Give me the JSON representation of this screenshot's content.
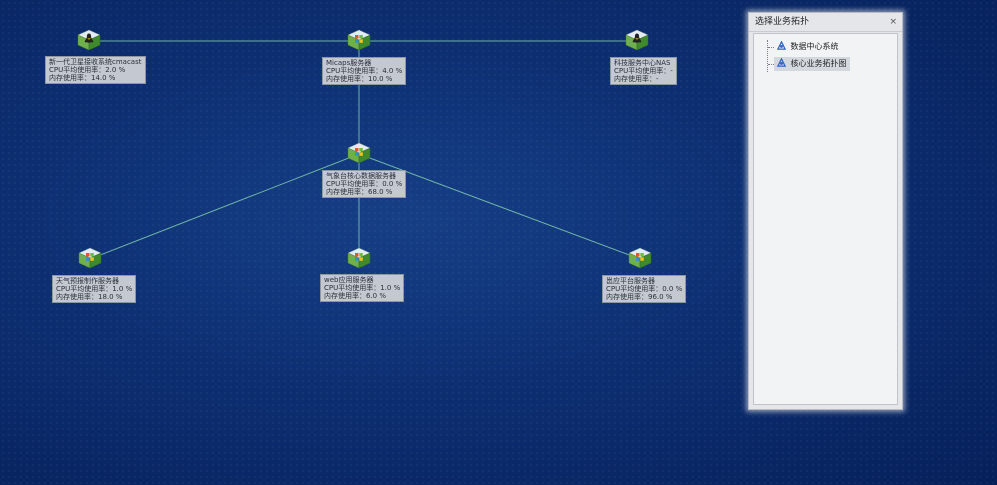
{
  "nodes": [
    {
      "id": "n1",
      "os": "linux",
      "name": "新一代卫星接收系统cmacast",
      "cpu": "CPU平均使用率：2.0 %",
      "mem": "内存使用率：14.0 %"
    },
    {
      "id": "n2",
      "os": "windows",
      "name": "Micaps服务器",
      "cpu": "CPU平均使用率：4.0 %",
      "mem": "内存使用率：10.0 %"
    },
    {
      "id": "n3",
      "os": "linux",
      "name": "科技服务中心NAS",
      "cpu": "CPU平均使用率：-",
      "mem": "内存使用率：-"
    },
    {
      "id": "n4",
      "os": "windows",
      "name": "气象台核心数据服务器",
      "cpu": "CPU平均使用率：0.0 %",
      "mem": "内存使用率：68.0 %"
    },
    {
      "id": "n5",
      "os": "windows",
      "name": "天气预报制作服务器",
      "cpu": "CPU平均使用率：1.0 %",
      "mem": "内存使用率：18.0 %"
    },
    {
      "id": "n6",
      "os": "windows",
      "name": "web应用服务器",
      "cpu": "CPU平均使用率：1.0 %",
      "mem": "内存使用率：6.0 %"
    },
    {
      "id": "n7",
      "os": "windows",
      "name": "邕应平台服务器",
      "cpu": "CPU平均使用率：0.0 %",
      "mem": "内存使用率：96.0 %"
    }
  ],
  "links": [
    [
      "n1",
      "n2"
    ],
    [
      "n2",
      "n3"
    ],
    [
      "n2",
      "n4"
    ],
    [
      "n4",
      "n5"
    ],
    [
      "n4",
      "n6"
    ],
    [
      "n4",
      "n7"
    ]
  ],
  "panel": {
    "title": "选择业务拓扑",
    "close": "×",
    "items": [
      {
        "label": "数据中心系统",
        "selected": false
      },
      {
        "label": "核心业务拓扑图",
        "selected": true
      }
    ]
  },
  "colors": {
    "link": "#6fb3a6",
    "background": "#0d2f72"
  }
}
